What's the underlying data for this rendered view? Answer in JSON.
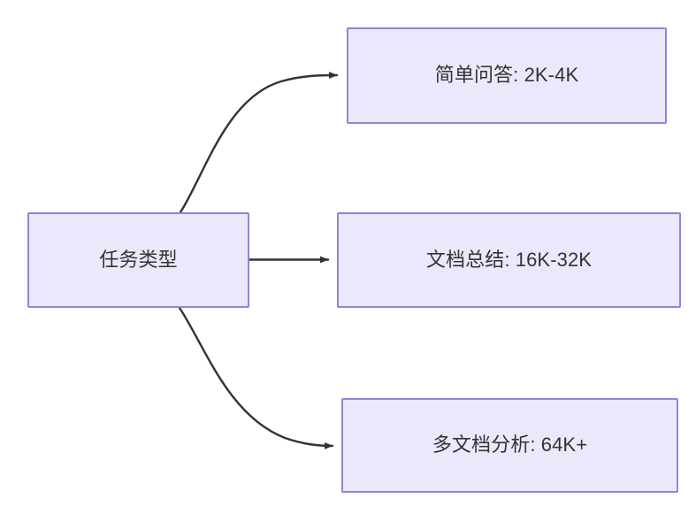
{
  "diagram": {
    "type": "flowchart",
    "direction": "left-to-right",
    "background_color": "#ffffff",
    "node_fill_color": "#ebe8fb",
    "node_border_color": "#9a7fd5",
    "node_text_color": "#333333",
    "edge_color": "#333333",
    "nodes": [
      {
        "id": "root",
        "label": "任务类型"
      },
      {
        "id": "simple-qa",
        "label": "简单问答: 2K-4K"
      },
      {
        "id": "doc-summary",
        "label": "文档总结: 16K-32K"
      },
      {
        "id": "multi-doc",
        "label": "多文档分析: 64K+"
      }
    ],
    "edges": [
      {
        "id": "root-to-simple-qa",
        "from": "root",
        "to": "simple-qa",
        "shape": "curve",
        "arrowhead": "filled-triangle",
        "label": ""
      },
      {
        "id": "root-to-doc-summary",
        "from": "root",
        "to": "doc-summary",
        "shape": "straight",
        "arrowhead": "filled-triangle",
        "label": ""
      },
      {
        "id": "root-to-multi-doc",
        "from": "root",
        "to": "multi-doc",
        "shape": "curve",
        "arrowhead": "filled-triangle",
        "label": ""
      }
    ]
  }
}
